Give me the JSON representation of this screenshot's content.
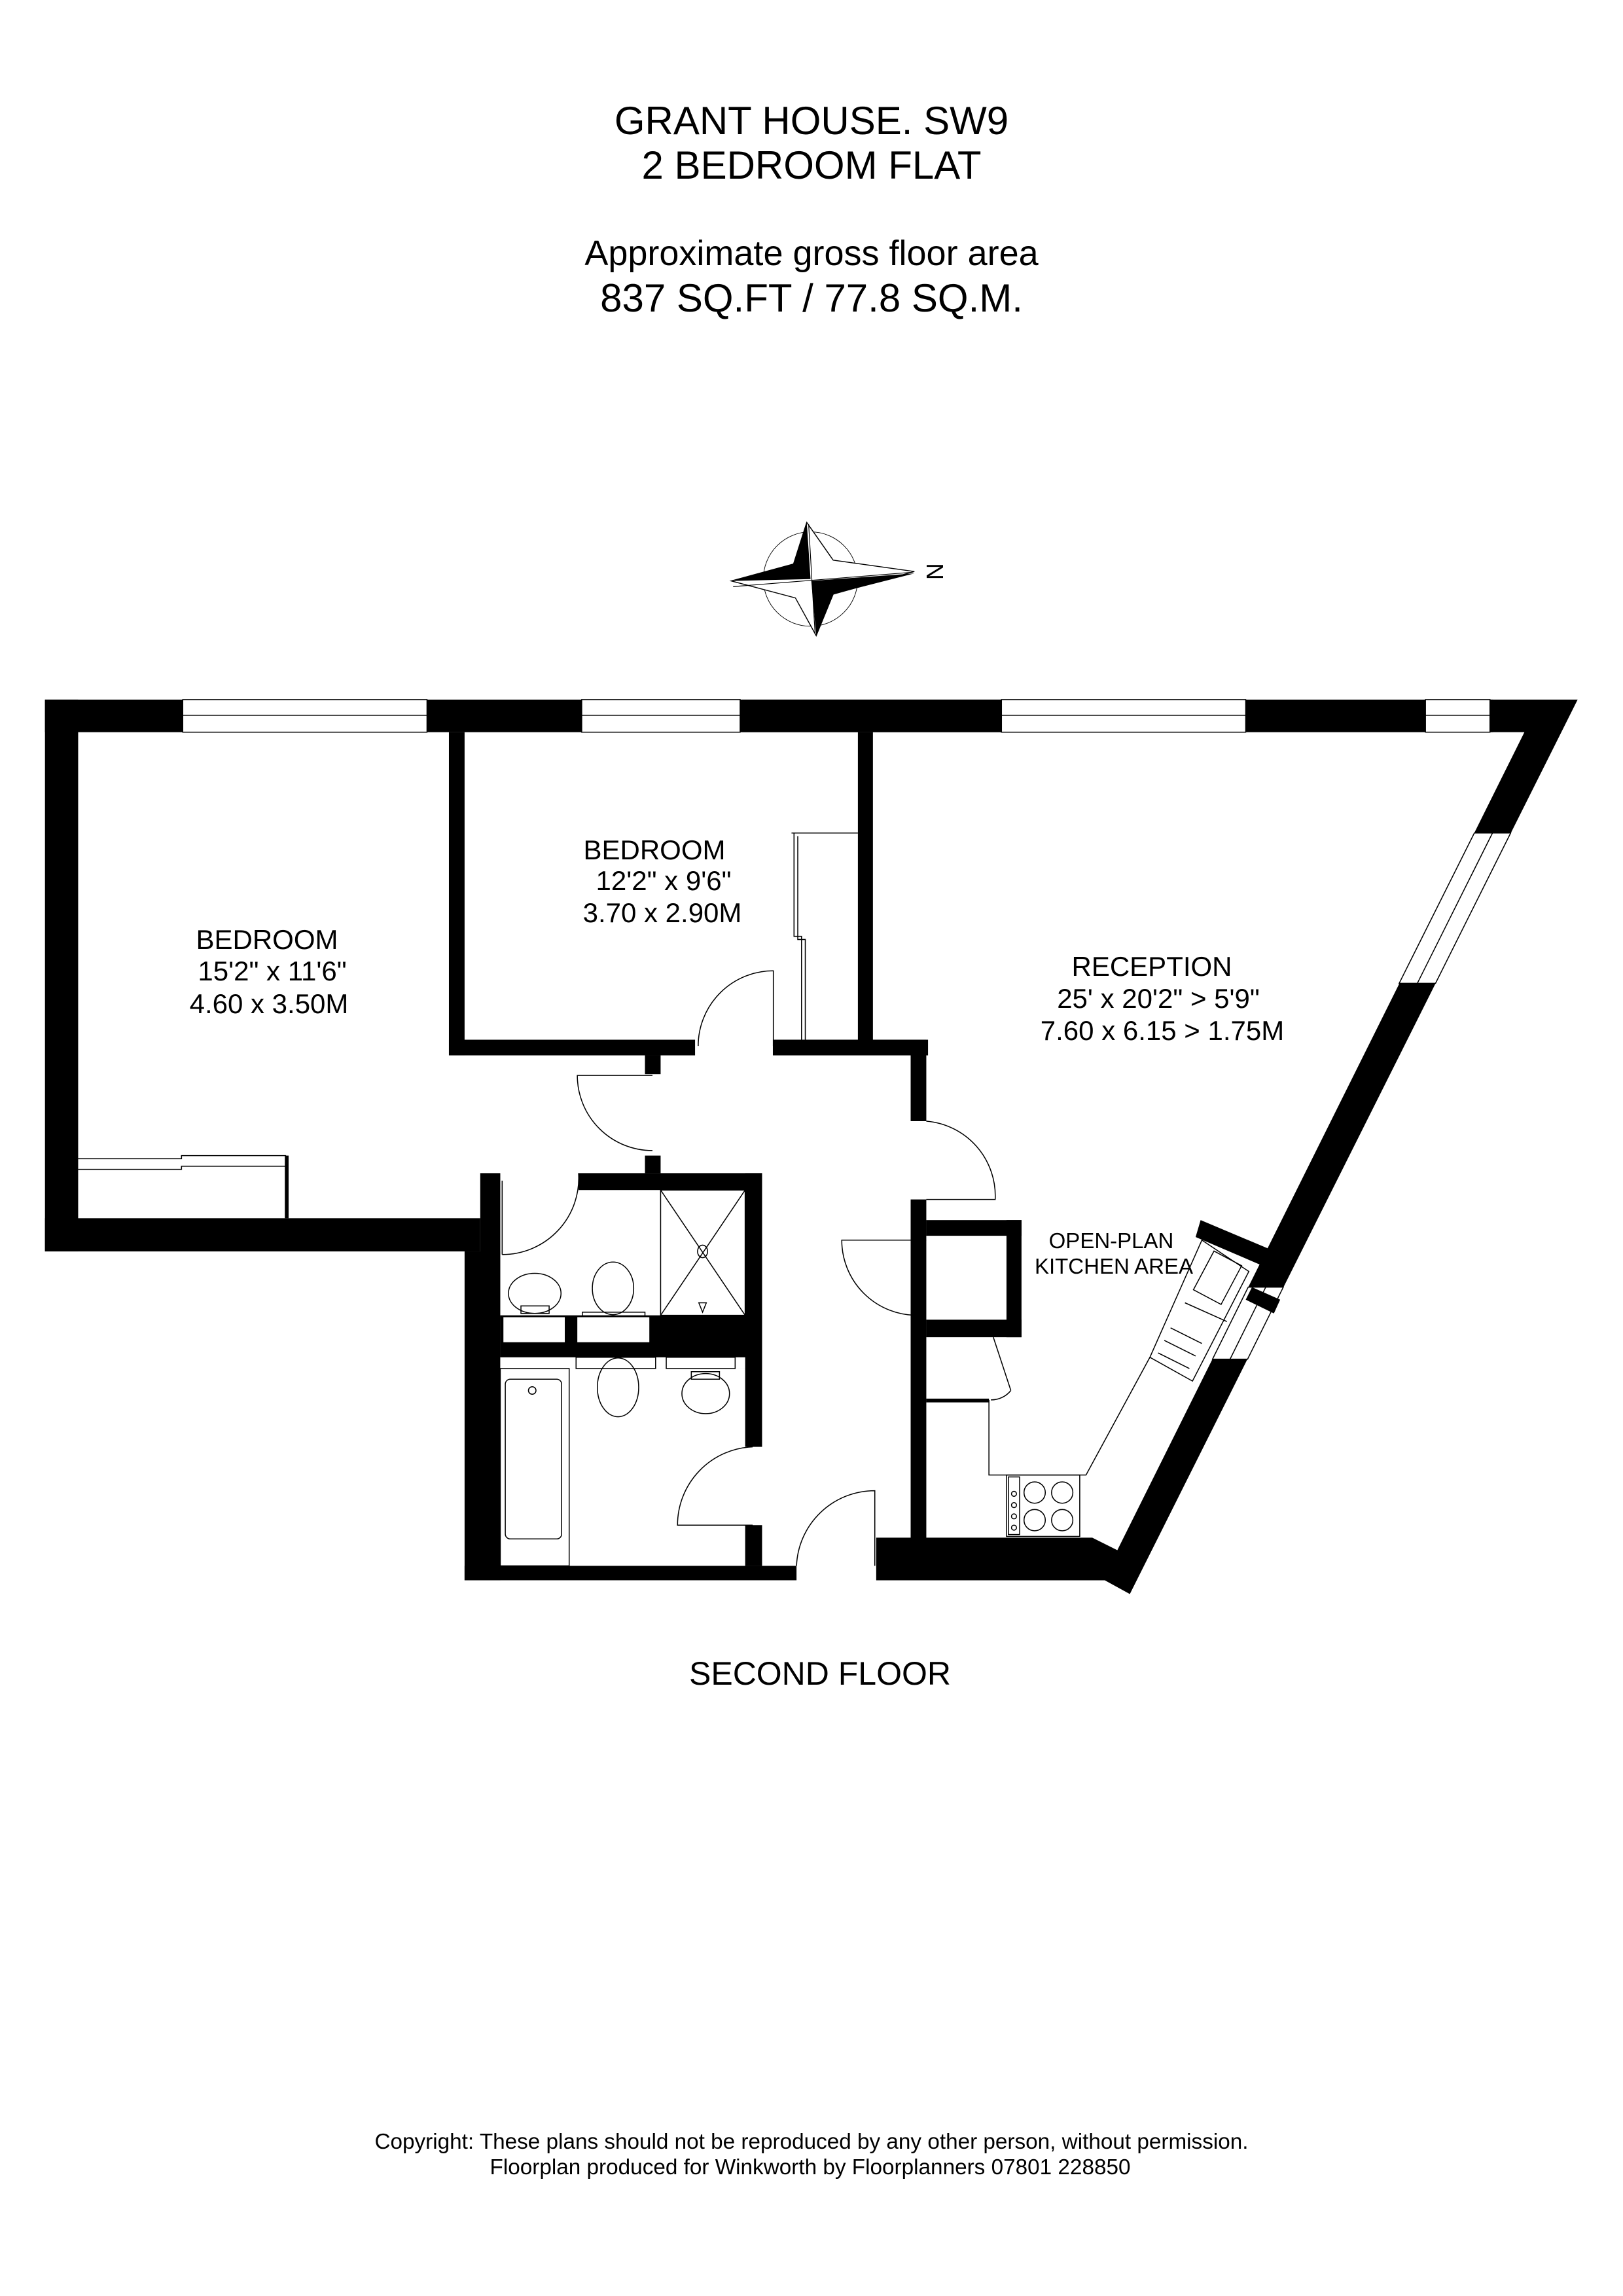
{
  "header": {
    "title_line1": "GRANT HOUSE. SW9",
    "title_line2": "2 BEDROOM FLAT",
    "area_caption": "Approximate gross floor area",
    "area_value": "837 SQ.FT / 77.8 SQ.M."
  },
  "compass": {
    "label": "N"
  },
  "rooms": [
    {
      "name": "BEDROOM",
      "imperial": "15'2\" x 11'6\"",
      "metric": "4.60 x 3.50M"
    },
    {
      "name": "BEDROOM",
      "imperial": "12'2\" x 9'6\"",
      "metric": "3.70 x 2.90M"
    },
    {
      "name": "RECEPTION",
      "imperial": "25' x 20'2\" > 5'9\"",
      "metric": "7.60 x 6.15 > 1.75M"
    }
  ],
  "kitchen": {
    "line1": "OPEN-PLAN",
    "line2": "KITCHEN AREA"
  },
  "floor_label": "SECOND FLOOR",
  "footer": {
    "copyright": "Copyright: These plans should not be reproduced by any other person, without permission.",
    "credit": "Floorplan produced for Winkworth by Floorplanners 07801 228850"
  },
  "colors": {
    "wall": "#000000",
    "background": "#ffffff"
  }
}
